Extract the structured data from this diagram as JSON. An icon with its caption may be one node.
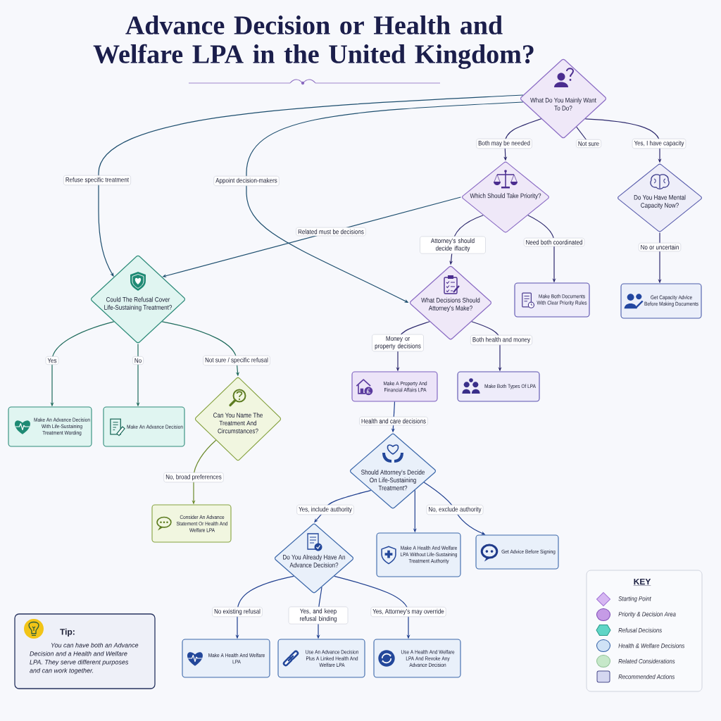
{
  "diagram": {
    "title": "Advance Decision or Health and Welfare LPA in the United Kingdom?",
    "nodes": [
      {
        "text": [
          "What Do You Mainly Want To Do?"
        ]
      },
      {
        "text": [
          "Which Should Take Priority?"
        ]
      },
      {
        "text": [
          "Do You Have Mental Capacity Now?"
        ]
      },
      {
        "text": [
          "Could The Refusal Cover Life-Sustaining Treatment?"
        ]
      },
      {
        "text": [
          "What Decisions Should Attorney's Make?"
        ]
      },
      {
        "text": [
          "Make Both Documents With Clear Priority Rules"
        ]
      },
      {
        "text": [
          "Get Capacity Advice Before Making Documents"
        ]
      },
      {
        "text": [
          "Make An Advance Decision With Life-Sustaining Treatment Wording"
        ]
      },
      {
        "text": [
          "Make An Advance Decision"
        ]
      },
      {
        "text": [
          "Can You Name The Treatment And Circumstances?"
        ]
      },
      {
        "text": [
          "Make A Property And Financial Affairs LPA"
        ]
      },
      {
        "text": [
          "Make Both Types Of LPA"
        ]
      },
      {
        "text": [
          "Consider An Advance Statement Or Health And Welfare LPA"
        ]
      },
      {
        "text": [
          "Should Attorney's Decide On Life-Sustaining Treatment?"
        ]
      },
      {
        "text": [
          "Do You Already Have An Advance Decision?"
        ]
      },
      {
        "text": [
          "Make A Health And Welfare LPA Without Life-Sustaining Treatment Authority"
        ]
      },
      {
        "text": [
          "Get Advice Before Signing"
        ]
      },
      {
        "text": [
          "Make A Health And Welfare LPA"
        ]
      },
      {
        "text": [
          "Use An Advance Decision Plus A Linked Health And Welfare LPA"
        ]
      },
      {
        "text": [
          "Use A Health And Welfare LPA And Revoke Any Advance Decision"
        ]
      },
      {
        "text": [
          "Tip:",
          "You can have both an Advance Decision and a Health and Welfare LPA. They serve different purposes and can work together."
        ]
      }
    ],
    "edges": [
      {
        "from": 0,
        "to": 3,
        "arrow": "to",
        "label": "Refuse specific treatment",
        "color": "#1d4e6e"
      },
      {
        "from": 0,
        "to": 4,
        "arrow": "to",
        "label": "Appoint decision-makers",
        "color": "#1d4e6e"
      },
      {
        "from": 0,
        "to": 1,
        "arrow": "to",
        "label": "Both may be needed"
      },
      {
        "from": 0,
        "to": null,
        "arrow": "none",
        "label": "Not sure"
      },
      {
        "from": 0,
        "to": 2,
        "arrow": "to",
        "label": "Yes, I have capacity"
      },
      {
        "from": 1,
        "to": 3,
        "arrow": "to",
        "label": "Related must be decisions",
        "color": "#1d4e6e"
      },
      {
        "from": 1,
        "to": 4,
        "arrow": "to",
        "label": "Attorney's should decide iflacity"
      },
      {
        "from": 1,
        "to": 5,
        "arrow": "to",
        "label": "Need both coordinated"
      },
      {
        "from": 2,
        "to": 6,
        "arrow": "to",
        "label": "No or uncertain"
      },
      {
        "from": 3,
        "to": 7,
        "arrow": "to",
        "label": "Yes",
        "color": "#1f6b5c"
      },
      {
        "from": 3,
        "to": 8,
        "arrow": "to",
        "label": "No",
        "color": "#1f6b5c"
      },
      {
        "from": 3,
        "to": 9,
        "arrow": "to",
        "label": "Not sure / specific refusal",
        "color": "#1f6b5c"
      },
      {
        "from": 4,
        "to": 10,
        "arrow": "to",
        "label": "Money or property decisions"
      },
      {
        "from": 4,
        "to": 11,
        "arrow": "to",
        "label": "Both health and money"
      },
      {
        "from": 9,
        "to": 12,
        "arrow": "to",
        "label": "No, broad preferences",
        "color": "#6b8a2b"
      },
      {
        "from": 10,
        "to": 13,
        "arrow": "to",
        "label": "Health and care decisions",
        "color": "#1f3f8f"
      },
      {
        "from": 13,
        "to": 14,
        "arrow": "to",
        "label": "Yes, include authority",
        "color": "#1f3f8f"
      },
      {
        "from": 13,
        "to": 15,
        "arrow": "to",
        "color": "#1f3f8f"
      },
      {
        "from": 13,
        "to": 16,
        "arrow": "to",
        "label": "No, exclude authority",
        "color": "#1f3f8f"
      },
      {
        "from": 14,
        "to": 17,
        "arrow": "to",
        "label": "No existing refusal",
        "color": "#1f3f8f"
      },
      {
        "from": 14,
        "to": 18,
        "arrow": "to",
        "label": "Yes, and keep refusal binding",
        "color": "#1f3f8f"
      },
      {
        "from": 14,
        "to": 19,
        "arrow": "to",
        "label": "Yes, Attorney's may override",
        "color": "#1f3f8f"
      }
    ],
    "labels": [
      "KEY"
    ],
    "legend": [
      {
        "text": "Starting Point",
        "color": "#d6b6f2"
      },
      {
        "text": "Priority & Decision Area",
        "color": "#c59be6"
      },
      {
        "text": "Refusal Decisions",
        "color": "#5fd5c6"
      },
      {
        "text": "Health & Welfare Decisions",
        "color": "#cfe2f6"
      },
      {
        "text": "Related Considerations",
        "color": "#c6e8c9"
      },
      {
        "text": "Recommended Actions",
        "color": "#d5d7f1"
      }
    ]
  }
}
